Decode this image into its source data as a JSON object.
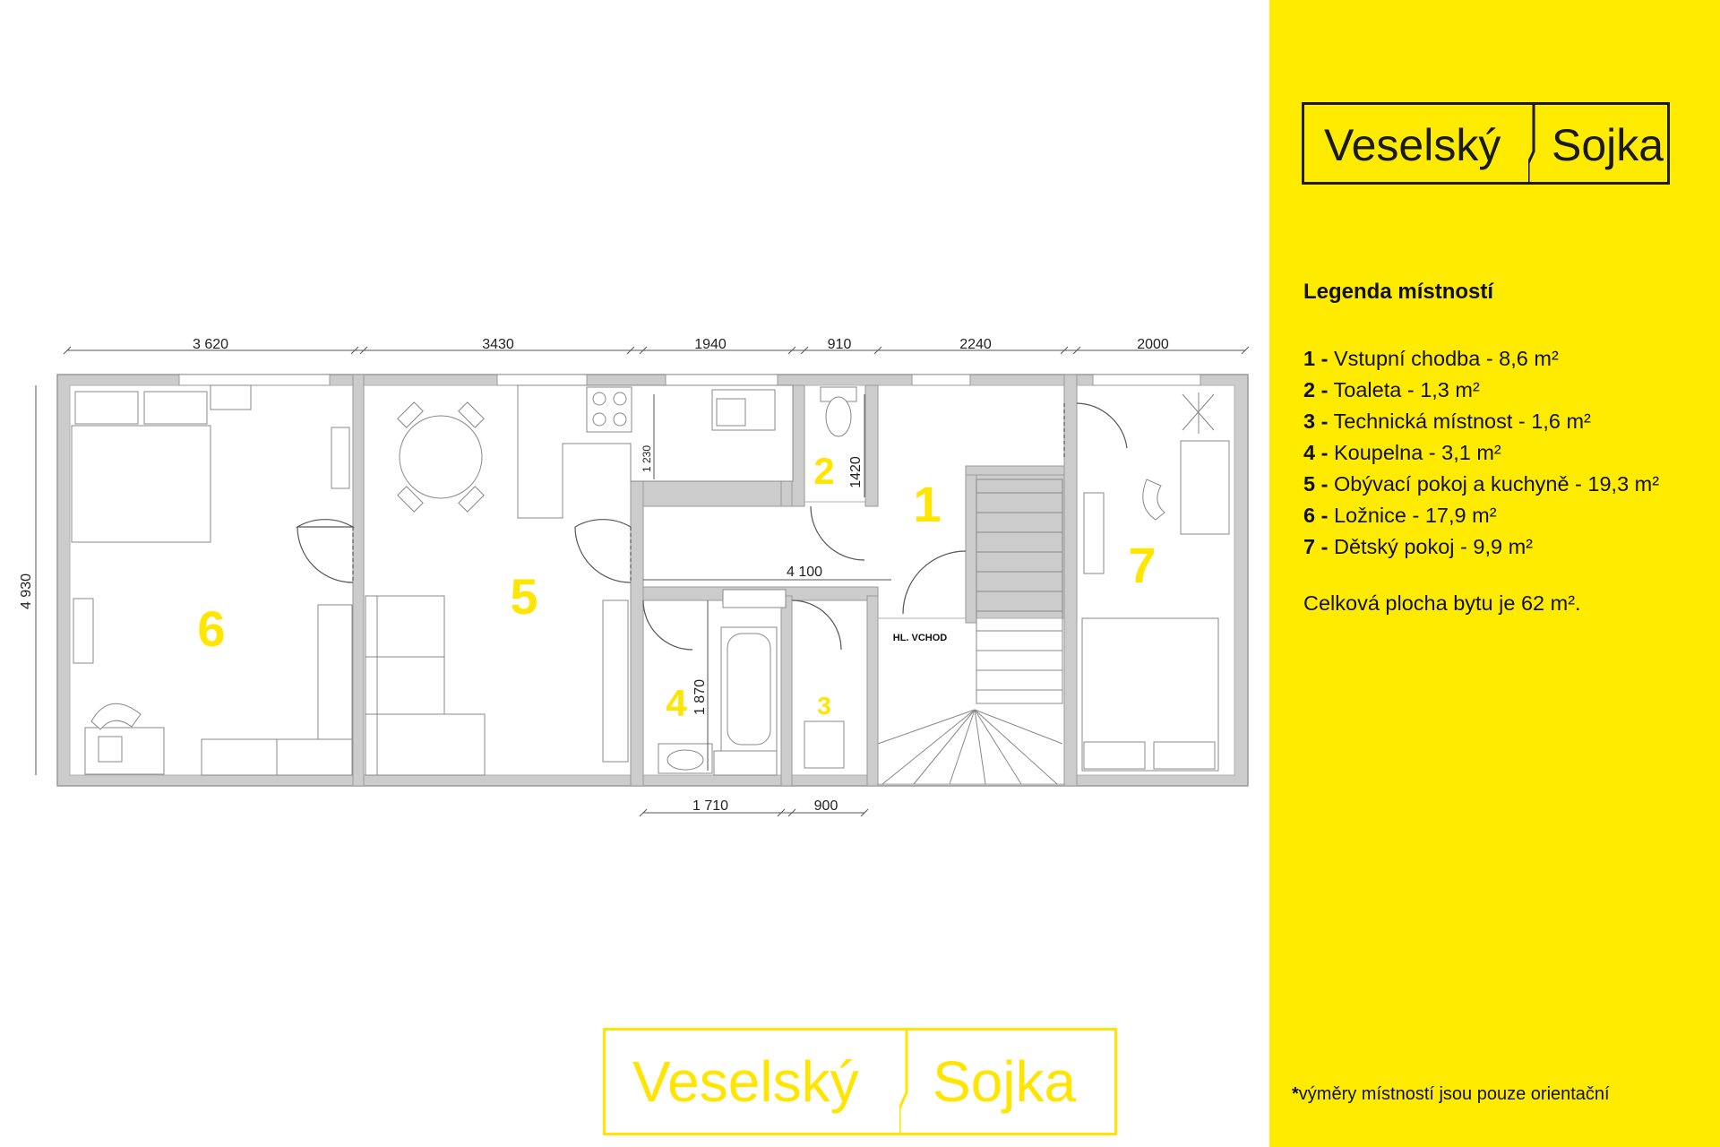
{
  "brand": {
    "word1": "Veselský",
    "word2": "Sojka"
  },
  "legend": {
    "title": "Legenda místností",
    "items": [
      {
        "num": "1 -",
        "text": " Vstupní chodba - 8,6 m²"
      },
      {
        "num": "2 -",
        "text": " Toaleta - 1,3 m²"
      },
      {
        "num": "3 -",
        "text": " Technická místnost - 1,6 m²"
      },
      {
        "num": "4 -",
        "text": " Koupelna - 3,1 m²"
      },
      {
        "num": "5 -",
        "text": " Obývací pokoj a kuchyně - 19,3 m²"
      },
      {
        "num": "6 -",
        "text": " Ložnice - 17,9 m²"
      },
      {
        "num": "7 -",
        "text": " Dětský pokoj - 9,9 m²"
      }
    ],
    "total": "Celková plocha bytu je 62 m²."
  },
  "footnote": {
    "asterisk": "*",
    "text": "výměry místností jsou pouze orientační"
  },
  "plan": {
    "top_dimensions": [
      "3 620",
      "3430",
      "1940",
      "910",
      "2240",
      "2000"
    ],
    "left_dimension": "4 930",
    "bottom_dimensions": [
      "1 710",
      "900"
    ],
    "inner_dimensions": {
      "kitchen": "1 230",
      "toilet": "1420",
      "corridor": "4 100",
      "bathroom": "1 870"
    },
    "entrance_label": "HL. VCHOD",
    "room_numbers": [
      "1",
      "2",
      "3",
      "4",
      "5",
      "6",
      "7"
    ]
  },
  "colors": {
    "yellow": "#FFEB00",
    "wall": "#cccccc",
    "dark": "#1a1a1a",
    "room_number": "#FFE500"
  }
}
